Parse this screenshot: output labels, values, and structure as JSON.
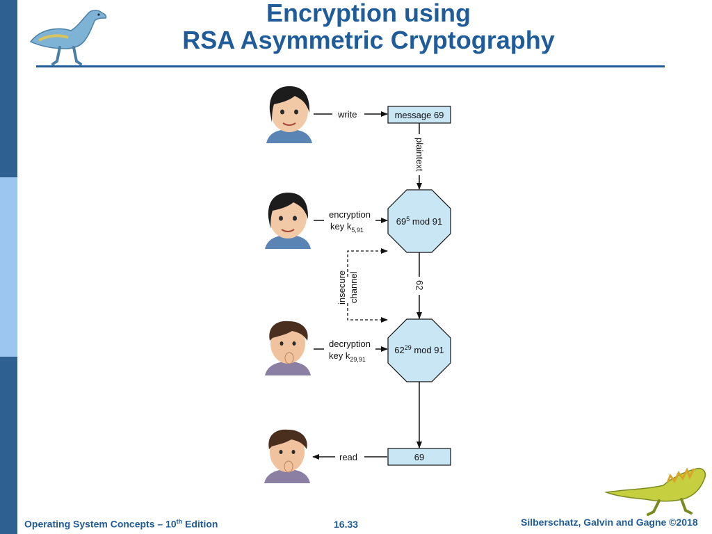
{
  "slide": {
    "title_line1": "Encryption using",
    "title_line2": "RSA Asymmetric Cryptography",
    "footer_left_prefix": "Operating System Concepts – 10",
    "footer_left_sup": "th",
    "footer_left_suffix": " Edition",
    "footer_center": "16.33",
    "footer_right": "Silberschatz, Galvin and Gagne ©2018"
  },
  "diagram": {
    "write_label": "write",
    "message_box": "message 69",
    "plaintext_label": "plaintext",
    "encryption_label_line1": "encryption",
    "encryption_label_key": "key k",
    "encryption_key_sub": "5,91",
    "encrypt_base": "69",
    "encrypt_exp": "5",
    "encrypt_rest": " mod 91",
    "cipher_label": "62",
    "insecure_line1": "insecure",
    "insecure_line2": "channel",
    "decryption_label_line1": "decryption",
    "decryption_label_key": "key k",
    "decryption_key_sub": "29,91",
    "decrypt_base": "62",
    "decrypt_exp": "29",
    "decrypt_rest": " mod 91",
    "read_label": "read",
    "result_box": "69"
  },
  "colors": {
    "title_blue": "#1f5c99",
    "sidebar_dark": "#2e6191",
    "sidebar_light": "#9cc6ef",
    "node_fill": "#c9e6f5"
  }
}
